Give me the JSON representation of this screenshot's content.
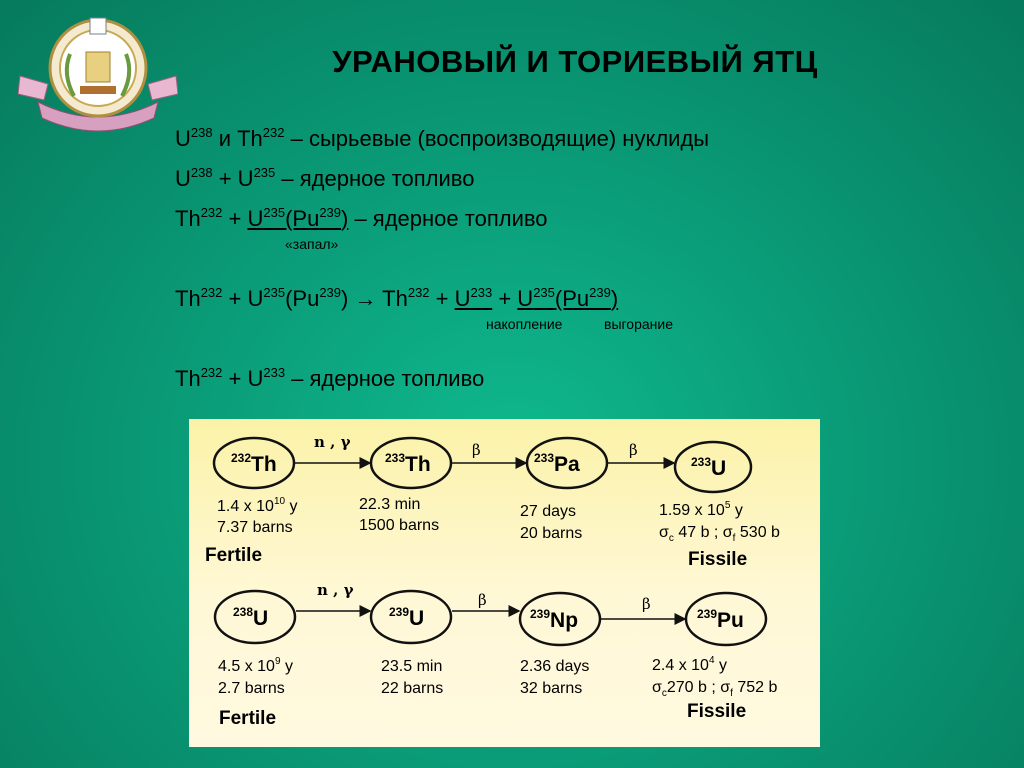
{
  "title": "УРАНОВЫЙ И ТОРИЕВЫЙ ЯТЦ",
  "lines": {
    "l1": {
      "a": "U",
      "a_sup": "238",
      "b": " и Th",
      "b_sup": "232",
      "c": " – сырьевые (воспроизводящие) нуклиды"
    },
    "l2": {
      "a": "U",
      "a_sup": "238",
      "b": " + U",
      "b_sup": "235",
      "c": " – ядерное топливо"
    },
    "l3": {
      "a": "Th",
      "a_sup": "232",
      "b": " + ",
      "u1": "U",
      "u1_sup": "235",
      "u2": "(Pu",
      "u2_sup": "239",
      "u3": ")",
      "c": " – ядерное топливо",
      "note": "«запал»"
    },
    "l4": {
      "a": "Th",
      "a_sup": "232",
      "b": " + U",
      "b_sup": "235",
      "c": "(Pu",
      "c_sup": "239",
      "d": ") → Th",
      "d_sup": "232",
      "e": " + ",
      "f": "U",
      "f_sup": "233",
      "g": " + ",
      "h": "U",
      "h_sup": "235",
      "i": "(Pu",
      "i_sup": "239",
      "j": ")",
      "note1": "накопление",
      "note2": "выгорание"
    },
    "l5": {
      "a": "Th",
      "a_sup": "232",
      "b": " + U",
      "b_sup": "233",
      "c": " – ядерное топливо"
    }
  },
  "diagram": {
    "row1": {
      "nuclides": [
        {
          "mass": "232",
          "sym": "Th",
          "info1": "1.4 x 10",
          "info1_exp": "10",
          "info1_tail": " y",
          "info2": "7.37 barns"
        },
        {
          "mass": "233",
          "sym": "Th",
          "info1": "22.3 min",
          "info2": "1500 barns"
        },
        {
          "mass": "233",
          "sym": "Pa",
          "info1": "27 days",
          "info2": "20 barns"
        },
        {
          "mass": "233",
          "sym": "U",
          "info1": "1.59 x 10",
          "info1_exp": "5",
          "info1_tail": " y",
          "info2_a": "σ",
          "info2_a_sub": "c",
          "info2_b": " 47 b ; σ",
          "info2_b_sub": "f",
          "info2_c": " 530 b"
        }
      ],
      "arrows": [
        "n , γ",
        "β",
        "β"
      ],
      "left_label": "Fertile",
      "right_label": "Fissile"
    },
    "row2": {
      "nuclides": [
        {
          "mass": "238",
          "sym": "U",
          "info1": "4.5 x 10",
          "info1_exp": "9",
          "info1_tail": " y",
          "info2": "2.7 barns"
        },
        {
          "mass": "239",
          "sym": "U",
          "info1": "23.5 min",
          "info2": "22 barns"
        },
        {
          "mass": "239",
          "sym": "Np",
          "info1": "2.36 days",
          "info2": "32 barns"
        },
        {
          "mass": "239",
          "sym": "Pu",
          "info1": "2.4 x 10",
          "info1_exp": "4",
          "info1_tail": " y",
          "info2_a": "σ",
          "info2_a_sub": "c",
          "info2_b": "270 b ; σ",
          "info2_b_sub": "f",
          "info2_c": " 752 b"
        }
      ],
      "arrows": [
        "n , γ",
        "β",
        "β"
      ],
      "left_label": "Fertile",
      "right_label": "Fissile"
    }
  }
}
